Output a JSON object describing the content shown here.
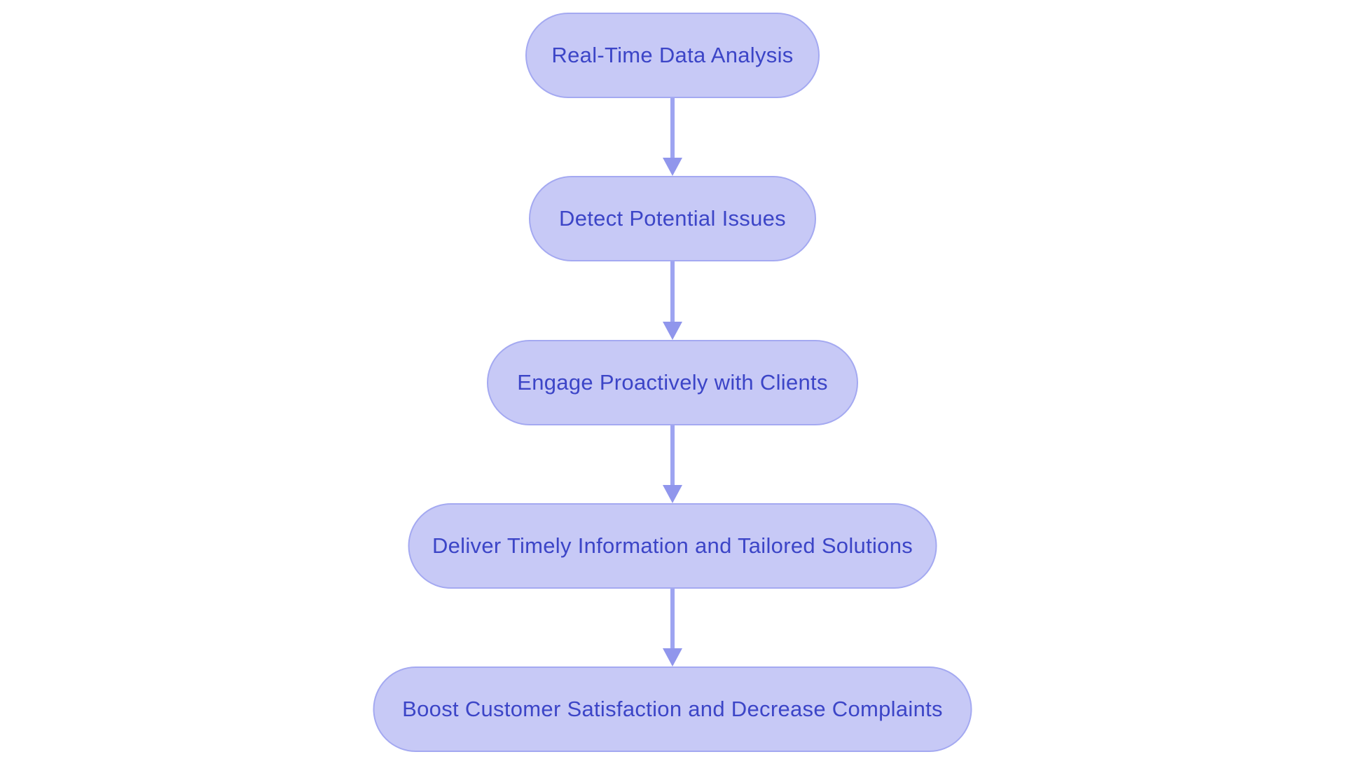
{
  "diagram": {
    "type": "flowchart",
    "direction": "top-down",
    "colors": {
      "background": "#ffffff",
      "node_fill": "#c7c9f6",
      "node_border": "#a4a9f1",
      "node_text": "#3c45c7",
      "arrow_line": "#9ea4f1",
      "arrow_head": "#9096ec"
    },
    "nodes": [
      {
        "id": "n1",
        "label": "Real-Time Data Analysis"
      },
      {
        "id": "n2",
        "label": "Detect Potential Issues"
      },
      {
        "id": "n3",
        "label": "Engage Proactively with Clients"
      },
      {
        "id": "n4",
        "label": "Deliver Timely Information and Tailored Solutions"
      },
      {
        "id": "n5",
        "label": "Boost Customer Satisfaction and Decrease Complaints"
      }
    ],
    "edges": [
      {
        "from": "n1",
        "to": "n2"
      },
      {
        "from": "n2",
        "to": "n3"
      },
      {
        "from": "n3",
        "to": "n4"
      },
      {
        "from": "n4",
        "to": "n5"
      }
    ]
  }
}
